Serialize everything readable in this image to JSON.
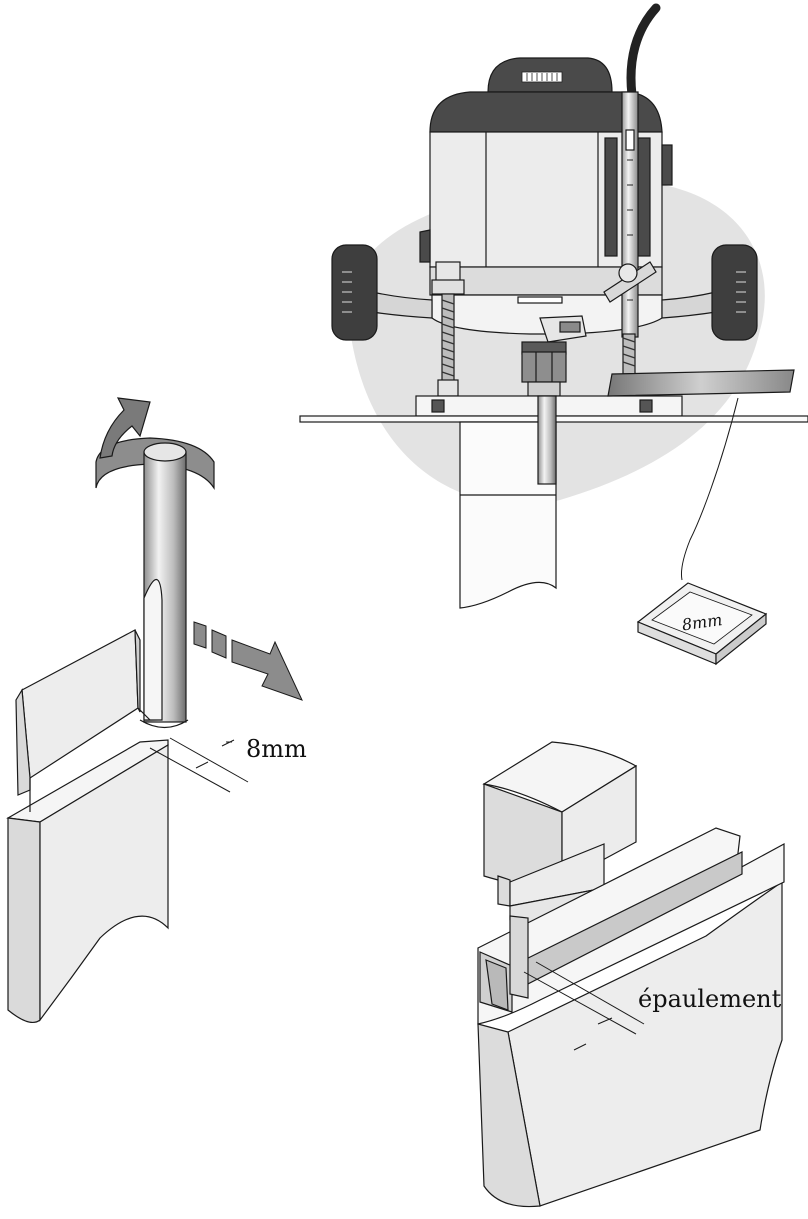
{
  "labels": {
    "bit_gap_measure": "8mm",
    "gauge_block": "8mm",
    "shoulder": "épaulement"
  },
  "colors": {
    "outline": "#1a1a1a",
    "dark_housing": "#4a4a4a",
    "metal_light": "#e0e0e0",
    "wood_face": "#ededed",
    "shadow_blob": "#e2e2e2",
    "arrow_grey": "#8c8c8c"
  },
  "icons": {
    "rotation": "curved-arrow-icon",
    "feed_direction": "dashed-arrow-icon"
  }
}
